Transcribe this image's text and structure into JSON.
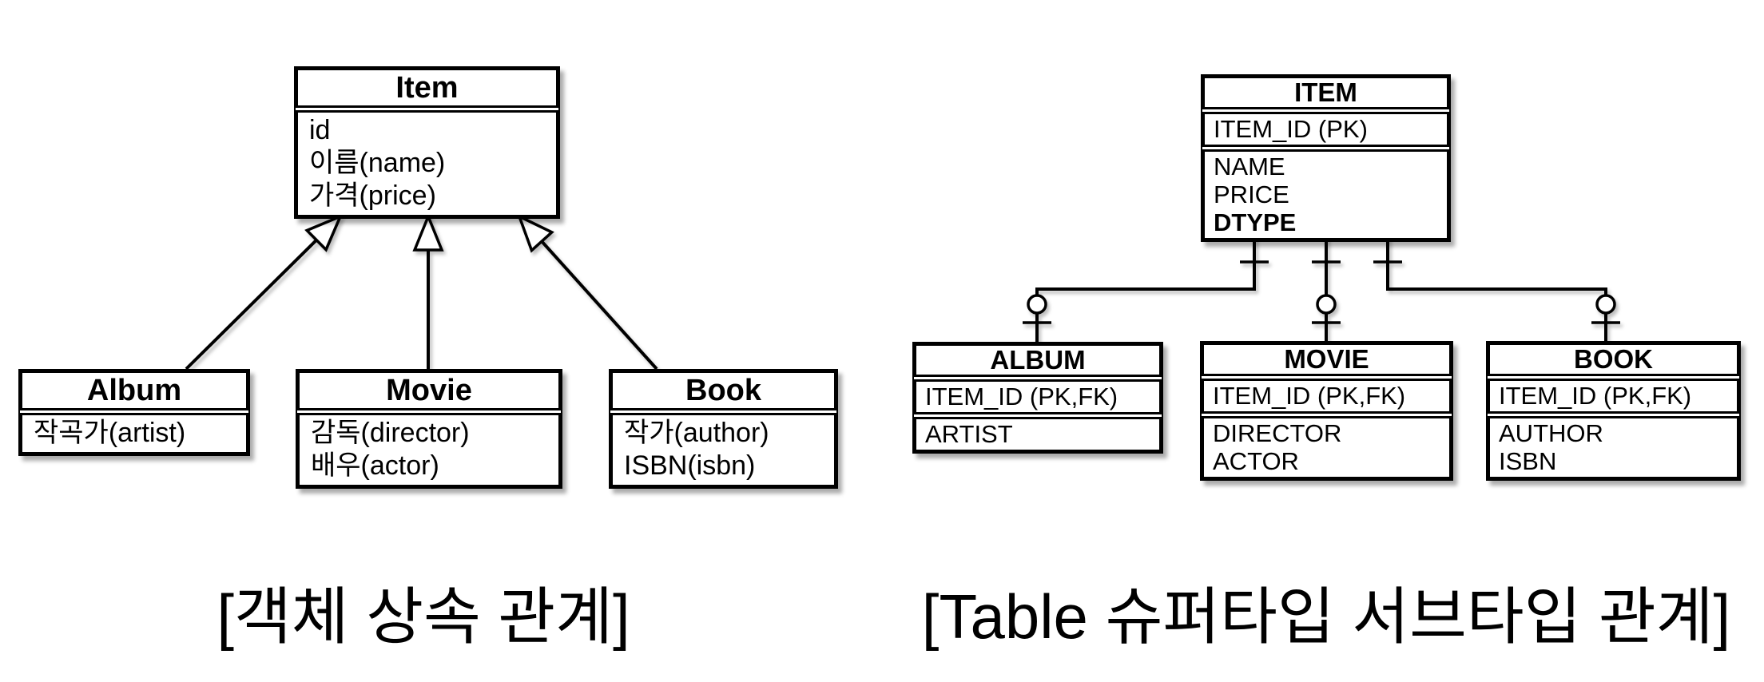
{
  "colors": {
    "ink": "#000000",
    "background": "#ffffff"
  },
  "left_diagram": {
    "caption": "[객체 상속 관계]",
    "relationship_type": "inheritance (hollow-triangle arrows point to superclass)",
    "classes": {
      "item": {
        "title": "Item",
        "fields": [
          "id",
          "이름(name)",
          "가격(price)"
        ]
      },
      "album": {
        "title": "Album",
        "fields": [
          "작곡가(artist)"
        ]
      },
      "movie": {
        "title": "Movie",
        "fields": [
          "감독(director)",
          "배우(actor)"
        ]
      },
      "book": {
        "title": "Book",
        "fields": [
          "작가(author)",
          "ISBN(isbn)"
        ]
      }
    }
  },
  "right_diagram": {
    "caption": "[Table 슈퍼타입 서브타입 관계]",
    "relationship_type": "one to zero-or-one (tick at parent end, circle+tick at child end)",
    "tables": {
      "item": {
        "title": "ITEM",
        "pk": "ITEM_ID (PK)",
        "fields": [
          "NAME",
          "PRICE",
          "DTYPE"
        ]
      },
      "album": {
        "title": "ALBUM",
        "pk": "ITEM_ID (PK,FK)",
        "fields": [
          "ARTIST"
        ]
      },
      "movie": {
        "title": "MOVIE",
        "pk": "ITEM_ID (PK,FK)",
        "fields": [
          "DIRECTOR",
          "ACTOR"
        ]
      },
      "book": {
        "title": "BOOK",
        "pk": "ITEM_ID (PK,FK)",
        "fields": [
          "AUTHOR",
          "ISBN"
        ]
      }
    }
  }
}
